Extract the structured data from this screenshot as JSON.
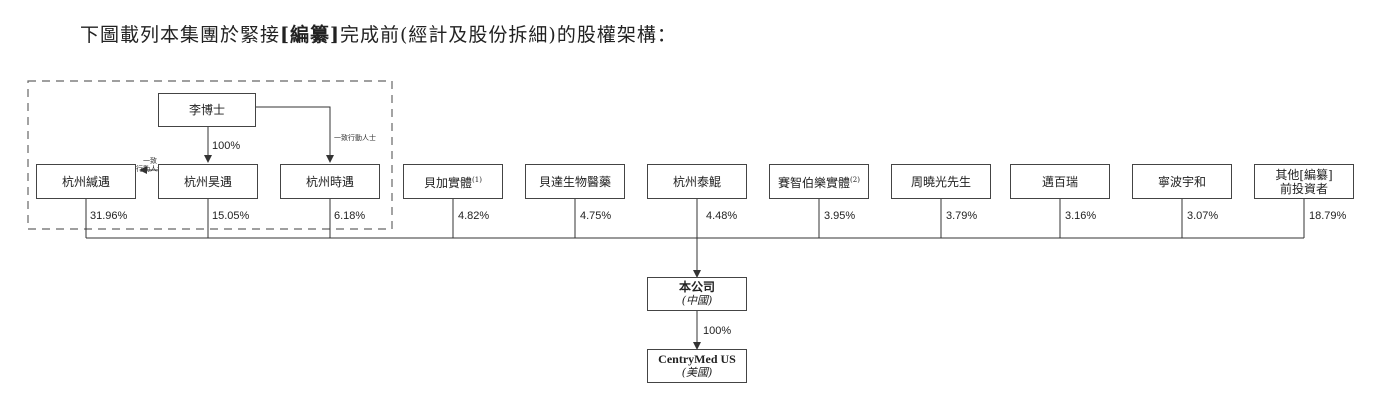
{
  "title": {
    "before": "下圖載列本集團於緊接",
    "bracket_text": "[編纂]",
    "after": "完成前(經計及股份拆細)的股權架構："
  },
  "top_person": "李博士",
  "labels": {
    "concert_right": "一致行動人士",
    "concert_left_1": "一致",
    "concert_left_2": "行動人士",
    "pct_100_top": "100%",
    "pct_100_bottom": "100%"
  },
  "shareholders": [
    {
      "name": "杭州緘遇",
      "pct": "31.96%"
    },
    {
      "name": "杭州昊遇",
      "pct": "15.05%"
    },
    {
      "name": "杭州時遇",
      "pct": "6.18%"
    },
    {
      "name": "貝加實體",
      "note": "(1)",
      "pct": "4.82%"
    },
    {
      "name": "貝達生物醫藥",
      "pct": "4.75%"
    },
    {
      "name": "杭州泰鯤",
      "pct": "4.48%"
    },
    {
      "name": "賽智伯樂實體",
      "note": "(2)",
      "pct": "3.95%"
    },
    {
      "name": "周曉光先生",
      "pct": "3.79%"
    },
    {
      "name": "邁百瑞",
      "pct": "3.16%"
    },
    {
      "name": "寧波宇和",
      "pct": "3.07%"
    },
    {
      "name_line1": "其他[編纂]",
      "name_line2": "前投資者",
      "pct": "18.79%"
    }
  ],
  "company": {
    "name": "本公司",
    "sub": "(中國)"
  },
  "subsidiary": {
    "name": "CentryMed US",
    "sub": "(美國)"
  }
}
